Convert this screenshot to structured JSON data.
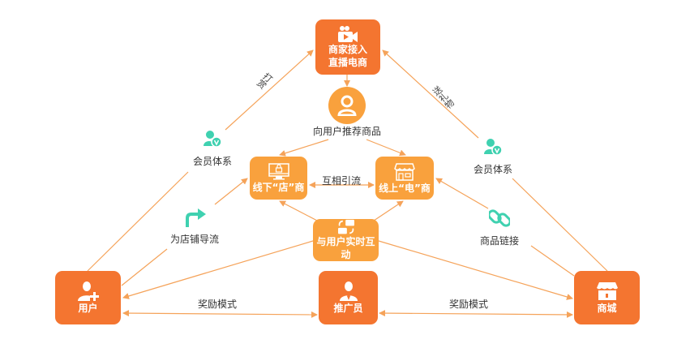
{
  "colors": {
    "primary": "#f47530",
    "secondary": "#f9a13d",
    "line": "#f5a35a",
    "accent": "#3fd1b0"
  },
  "nodes": {
    "merchant": {
      "label_line1": "商家接入",
      "label_line2": "直播电商",
      "icon": "video-camera-icon"
    },
    "recommend": {
      "label": "向用户推荐商品",
      "icon": "person-icon"
    },
    "offline": {
      "label": "线下“店”商",
      "icon": "monitor-lock-icon"
    },
    "online": {
      "label": "线上“电”商",
      "icon": "storefront-icon"
    },
    "interact": {
      "label": "与用户实时互动",
      "icon": "sync-icon"
    },
    "user": {
      "label": "用户",
      "icon": "add-user-icon"
    },
    "promoter": {
      "label": "推广员",
      "icon": "person-icon"
    },
    "mall": {
      "label": "商城",
      "icon": "shop-icon"
    }
  },
  "edge_labels": {
    "tip": "打赏",
    "gift": "送礼物",
    "member_left": "会员体系",
    "member_right": "会员体系",
    "traffic": "为店铺导流",
    "mutual": "互相引流",
    "product_link": "商品链接",
    "reward_left": "奖励模式",
    "reward_right": "奖励模式"
  }
}
